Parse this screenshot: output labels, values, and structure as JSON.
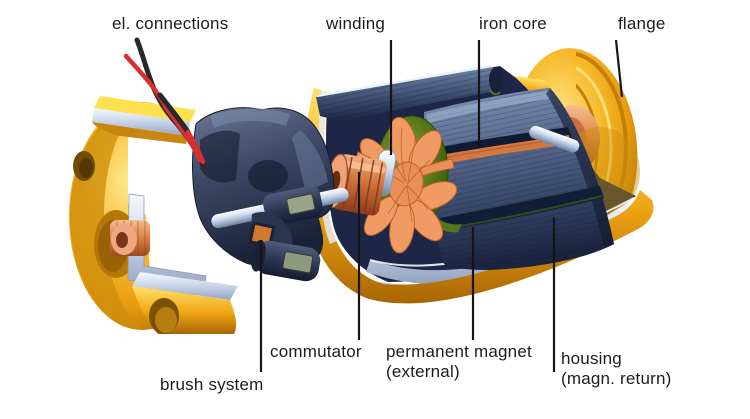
{
  "labels": {
    "el_connections": {
      "text": "el. connections"
    },
    "winding": {
      "text": "winding"
    },
    "iron_core": {
      "text": "iron core"
    },
    "flange": {
      "text": "flange"
    },
    "commutator": {
      "text": "commutator"
    },
    "brush_system": {
      "text": "brush system"
    },
    "permanent_magnet": {
      "line1": "permanent magnet",
      "line2": "(external)"
    },
    "housing": {
      "line1": "housing",
      "line2": "(magn. return)"
    }
  },
  "palette": {
    "background": "#ffffff",
    "gold": "#F2A716",
    "gold_bright": "#FFE06A",
    "gold_shadow": "#A86604",
    "copper": "#D9823F",
    "iron_slate": "#54668A",
    "brush_navy": "#2A3450",
    "magnet_silver": "#C3D0E4",
    "insulation_green": "#557518",
    "wire_red": "#D63030",
    "wire_black": "#282828",
    "label_text": "#1c1c1c",
    "leader_line": "#151515"
  }
}
